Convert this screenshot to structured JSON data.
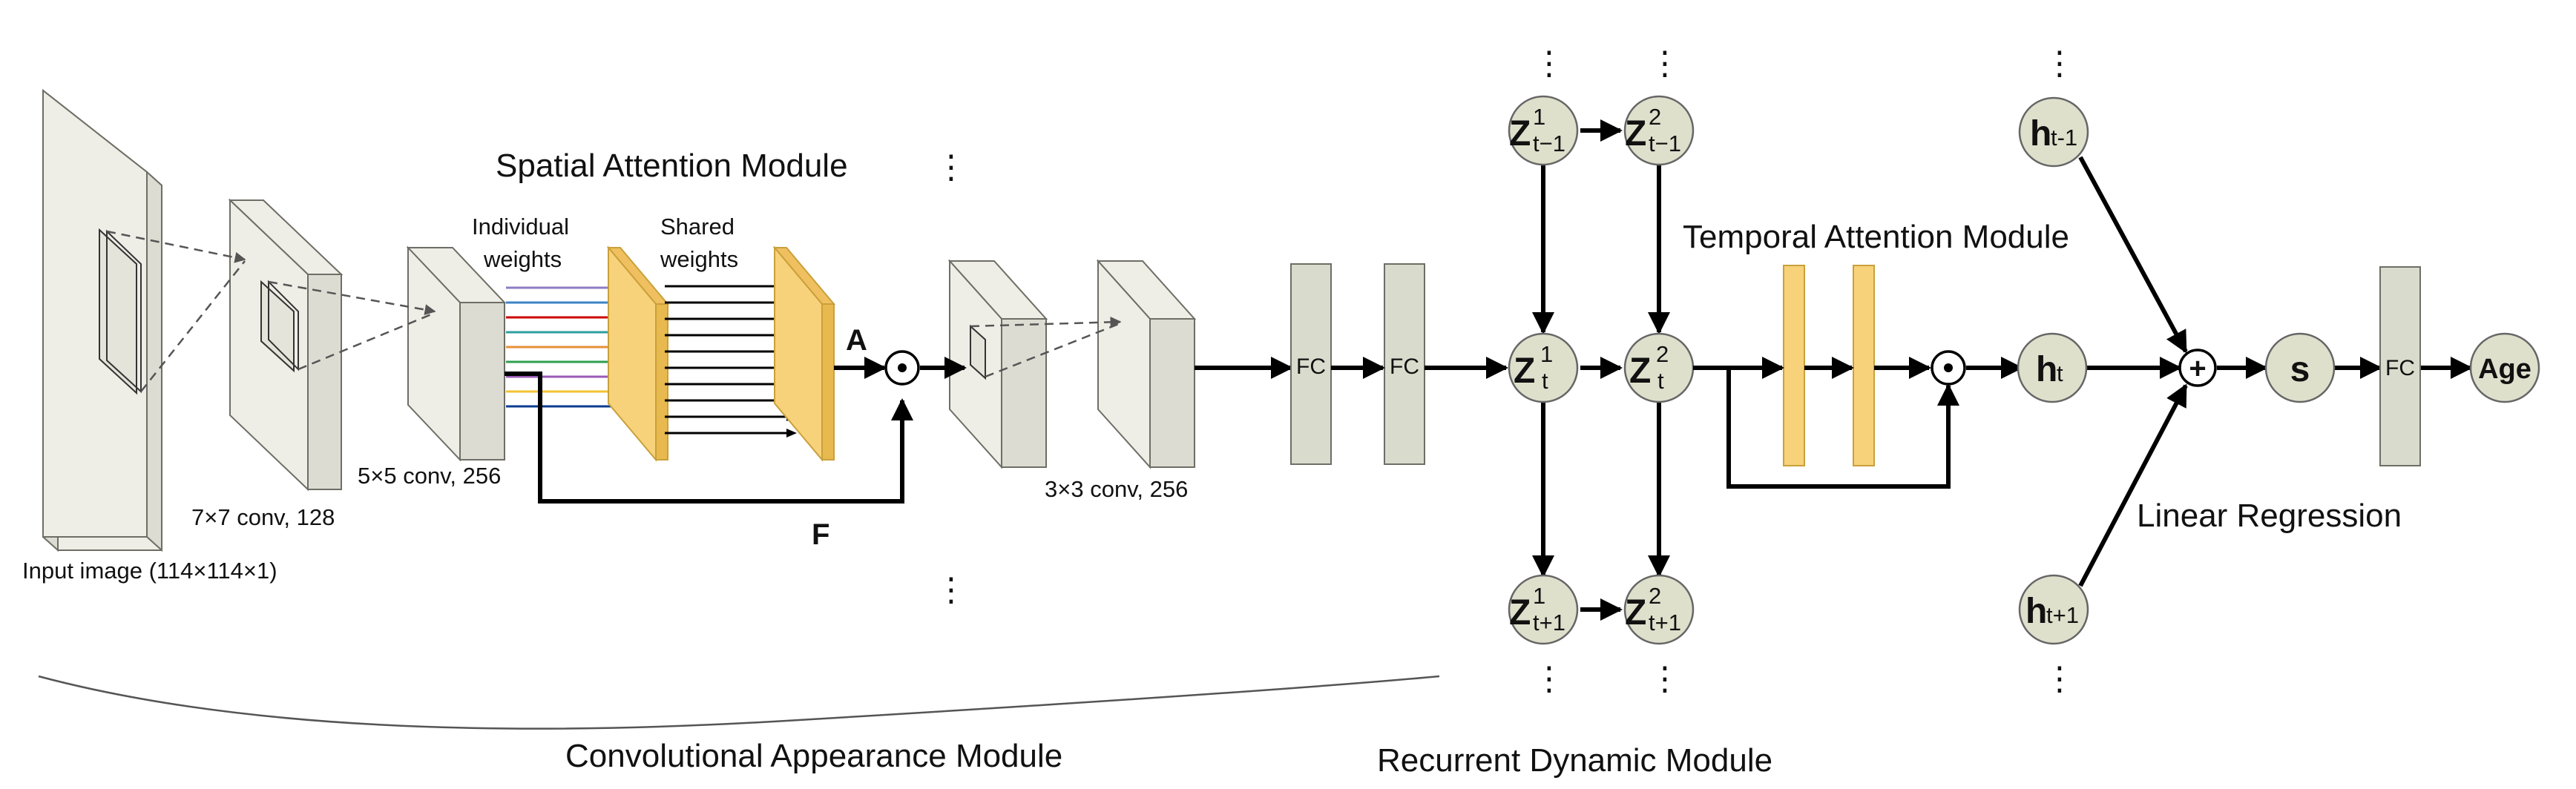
{
  "colors": {
    "block_face": "#eeeee6",
    "block_side": "#dcdcd2",
    "block_edge": "#6e6e66",
    "fc_fill": "#d9dccc",
    "attention_fill": "#f7d27a",
    "attention_edge": "#c9a03a",
    "node_fill": "#dfe0cc",
    "arrow": "#000000",
    "dashed": "#555555",
    "weight_arrows": [
      "#8e7cc3",
      "#3d85c6",
      "#cc0000",
      "#2e9e9e",
      "#e69138",
      "#2e9e4e",
      "#9b59b6",
      "#f1c232",
      "#0b3d91"
    ]
  },
  "convolutional_module": {
    "input_label": "Input image (114×114×1)",
    "conv1_label": "7×7 conv, 128",
    "conv2_label": "5×5 conv, 256",
    "conv3_label": "3×3 conv, 256",
    "module_label": "Convolutional Appearance Module"
  },
  "spatial_attention": {
    "title": "Spatial Attention Module",
    "individual_label_1": "Individual",
    "individual_label_2": "weights",
    "shared_label_1": "Shared",
    "shared_label_2": "weights",
    "a_label": "A",
    "f_label": "F",
    "ellipsis": "⋮"
  },
  "fc_layers": [
    "FC",
    "FC"
  ],
  "recurrent_module": {
    "module_label": "Recurrent Dynamic Module",
    "z_symbol": "Z",
    "nodes": [
      {
        "sup": "1",
        "sub": "t−1"
      },
      {
        "sup": "2",
        "sub": "t−1"
      },
      {
        "sup": "1",
        "sub": "t"
      },
      {
        "sup": "2",
        "sub": "t"
      },
      {
        "sup": "1",
        "sub": "t+1"
      },
      {
        "sup": "2",
        "sub": "t+1"
      }
    ],
    "ellipsis": "⋮"
  },
  "temporal_attention": {
    "title": "Temporal Attention Module"
  },
  "regression": {
    "label": "Linear Regression",
    "h_symbol": "h",
    "h_prev_sub": "t-1",
    "h_cur_sub": "t",
    "h_next_sub": "t+1",
    "s_label": "s",
    "fc_label": "FC",
    "age_label": "Age",
    "plus": "+",
    "ellipsis": "⋮"
  }
}
